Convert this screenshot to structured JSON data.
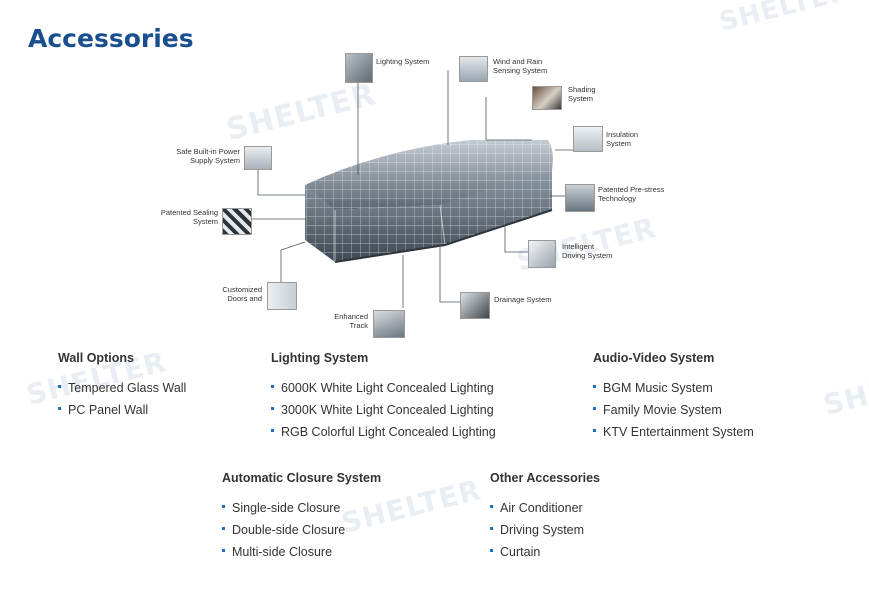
{
  "page": {
    "title": "Accessories",
    "watermark": "SHELTER"
  },
  "diagram": {
    "callouts": {
      "lighting": "Lighting System",
      "wind_rain": [
        "Wind and Rain",
        "Sensing System"
      ],
      "shading": [
        "Shading",
        "System"
      ],
      "insulation": [
        "Insulation",
        "System"
      ],
      "prestress": [
        "Patented Pre-stress",
        "Technology"
      ],
      "driving": [
        "Intelligent",
        "Driving System"
      ],
      "drainage": "Drainage System",
      "power": [
        "Safe Built-in Power",
        "Supply System"
      ],
      "sealing": [
        "Patented Sealing",
        "System"
      ],
      "doors": [
        "Customized",
        "Doors and"
      ],
      "track": [
        "Enhanced",
        "Track"
      ]
    }
  },
  "sections": {
    "wall": {
      "title": "Wall Options",
      "items": [
        "Tempered Glass Wall",
        "PC Panel Wall"
      ]
    },
    "lighting": {
      "title": "Lighting System",
      "items": [
        "6000K White Light Concealed Lighting",
        "3000K White Light Concealed Lighting",
        "RGB Colorful Light Concealed Lighting"
      ]
    },
    "audio": {
      "title": "Audio-Video System",
      "items": [
        "BGM Music System",
        "Family Movie System",
        "KTV Entertainment System"
      ]
    },
    "closure": {
      "title": "Automatic Closure System",
      "items": [
        "Single-side Closure",
        "Double-side Closure",
        "Multi-side Closure"
      ]
    },
    "other": {
      "title": "Other Accessories",
      "items": [
        "Air Conditioner",
        "Driving System",
        "Curtain"
      ]
    }
  },
  "colors": {
    "title": "#1a4f8f",
    "bullet": "#1a6fc0",
    "watermark": "#e9eef4"
  }
}
